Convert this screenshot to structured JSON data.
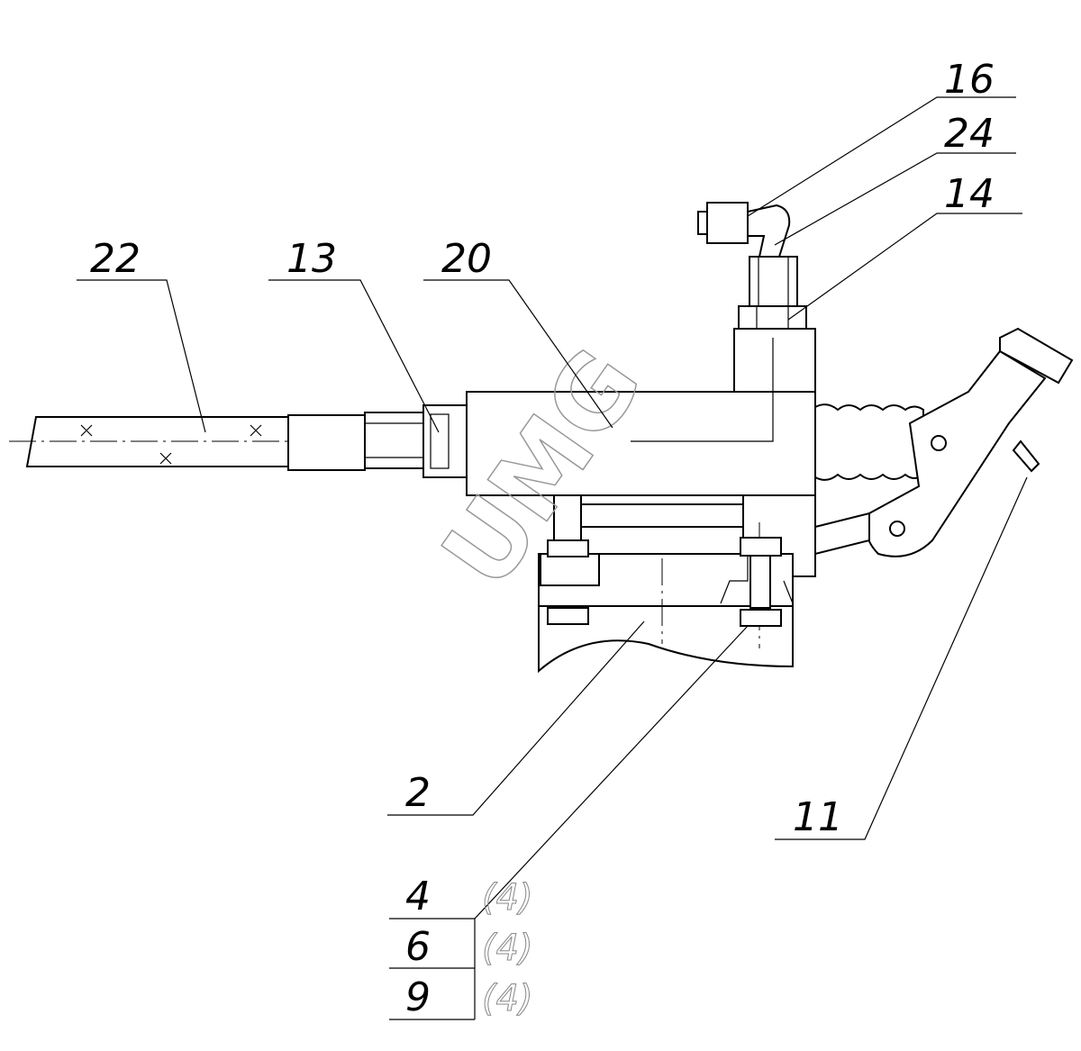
{
  "drawing": {
    "callouts": [
      {
        "id": "c16",
        "label": "16"
      },
      {
        "id": "c24",
        "label": "24"
      },
      {
        "id": "c14",
        "label": "14"
      },
      {
        "id": "c22",
        "label": "22"
      },
      {
        "id": "c13",
        "label": "13"
      },
      {
        "id": "c20",
        "label": "20"
      },
      {
        "id": "c2",
        "label": "2"
      },
      {
        "id": "c11",
        "label": "11"
      }
    ],
    "parts_table": [
      {
        "item": "4",
        "qty": "(4)"
      },
      {
        "item": "6",
        "qty": "(4)"
      },
      {
        "item": "9",
        "qty": "(4)"
      }
    ],
    "watermark": "UMG"
  }
}
